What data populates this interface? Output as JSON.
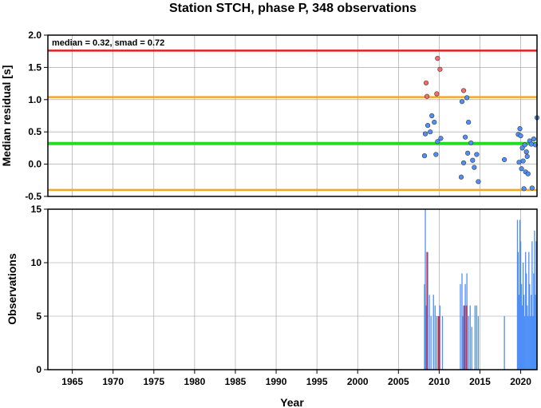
{
  "chart_data": [
    {
      "type": "scatter",
      "title": "Station STCH, phase P, 348 observations",
      "ylabel": "Median residual [s]",
      "xlim": [
        1962,
        2022
      ],
      "ylim": [
        -0.5,
        2.0
      ],
      "yticks": [
        -0.5,
        0.0,
        0.5,
        1.0,
        1.5,
        2.0
      ],
      "grid": true,
      "annotation": "median = 0.32, smad = 0.72",
      "reference_lines": [
        {
          "value": 1.76,
          "color": "#dd2222"
        },
        {
          "value": 1.04,
          "color": "#f5a623"
        },
        {
          "value": 0.32,
          "color": "#22dd22"
        },
        {
          "value": -0.4,
          "color": "#f5a623"
        }
      ],
      "series": [
        {
          "color": "#4f8ff7",
          "points": [
            [
              2008.2,
              0.13
            ],
            [
              2008.3,
              0.47
            ],
            [
              2008.6,
              0.6
            ],
            [
              2008.9,
              0.5
            ],
            [
              2009.1,
              0.75
            ],
            [
              2009.4,
              0.65
            ],
            [
              2009.6,
              0.15
            ],
            [
              2009.8,
              0.35
            ],
            [
              2010.2,
              0.4
            ],
            [
              2012.7,
              -0.2
            ],
            [
              2012.8,
              0.97
            ],
            [
              2013.0,
              0.02
            ],
            [
              2013.2,
              0.42
            ],
            [
              2013.4,
              1.03
            ],
            [
              2013.5,
              0.17
            ],
            [
              2013.6,
              0.65
            ],
            [
              2013.9,
              0.33
            ],
            [
              2014.1,
              0.06
            ],
            [
              2014.3,
              -0.05
            ],
            [
              2014.6,
              0.15
            ],
            [
              2014.8,
              -0.27
            ],
            [
              2018.0,
              0.07
            ],
            [
              2019.7,
              0.46
            ],
            [
              2019.8,
              0.03
            ],
            [
              2019.9,
              0.55
            ],
            [
              2020.0,
              0.44
            ],
            [
              2020.1,
              -0.07
            ],
            [
              2020.2,
              0.25
            ],
            [
              2020.3,
              0.05
            ],
            [
              2020.4,
              -0.38
            ],
            [
              2020.5,
              0.3
            ],
            [
              2020.6,
              -0.12
            ],
            [
              2020.7,
              0.19
            ],
            [
              2020.8,
              0.12
            ],
            [
              2020.9,
              -0.15
            ],
            [
              2021.1,
              0.36
            ],
            [
              2021.3,
              0.31
            ],
            [
              2021.4,
              -0.37
            ],
            [
              2021.6,
              0.39
            ],
            [
              2021.8,
              0.3
            ],
            [
              2022.0,
              0.72
            ]
          ]
        },
        {
          "color": "#f76a6a",
          "points": [
            [
              2008.4,
              1.26
            ],
            [
              2008.5,
              1.05
            ],
            [
              2009.8,
              1.64
            ],
            [
              2010.1,
              1.47
            ],
            [
              2009.7,
              1.09
            ],
            [
              2013.0,
              1.14
            ]
          ]
        }
      ]
    },
    {
      "type": "bar",
      "ylabel": "Observations",
      "xlabel": "Year",
      "xlim": [
        1962,
        2022
      ],
      "ylim": [
        0,
        15
      ],
      "yticks": [
        0,
        5,
        10,
        15
      ],
      "xticks": [
        1965,
        1970,
        1975,
        1980,
        1985,
        1990,
        1995,
        2000,
        2005,
        2010,
        2015,
        2020
      ],
      "grid": true,
      "series": [
        {
          "color": "#4f8ff7",
          "x": [
            2008.2,
            2008.3,
            2008.4,
            2008.6,
            2008.8,
            2009.0,
            2009.3,
            2009.5,
            2009.7,
            2009.9,
            2010.1,
            2010.4,
            2012.6,
            2012.8,
            2012.9,
            2013.0,
            2013.2,
            2013.3,
            2013.4,
            2013.6,
            2013.8,
            2014.0,
            2014.4,
            2014.6,
            2014.8,
            2018.0,
            2019.6,
            2019.7,
            2019.8,
            2019.9,
            2020.0,
            2020.1,
            2020.2,
            2020.3,
            2020.4,
            2020.5,
            2020.6,
            2020.7,
            2020.8,
            2020.9,
            2021.0,
            2021.1,
            2021.2,
            2021.3,
            2021.4,
            2021.5,
            2021.6,
            2021.7,
            2021.8,
            2021.9,
            2022.0
          ],
          "values": [
            8,
            15,
            6,
            11,
            7,
            5,
            7,
            6,
            5,
            5,
            6,
            5,
            8,
            9,
            5,
            6,
            8,
            6,
            9,
            5,
            6,
            4,
            6,
            6,
            5,
            5,
            14,
            11,
            7,
            14,
            12,
            8,
            6,
            10,
            7,
            5,
            11,
            9,
            6,
            5,
            11,
            8,
            5,
            7,
            12,
            5,
            9,
            13,
            7,
            12,
            5
          ]
        },
        {
          "color": "#dd2222",
          "x": [
            2008.5,
            2009.9,
            2010.0,
            2013.1,
            2013.4
          ],
          "values": [
            11,
            5,
            5,
            6,
            6
          ]
        }
      ]
    }
  ]
}
